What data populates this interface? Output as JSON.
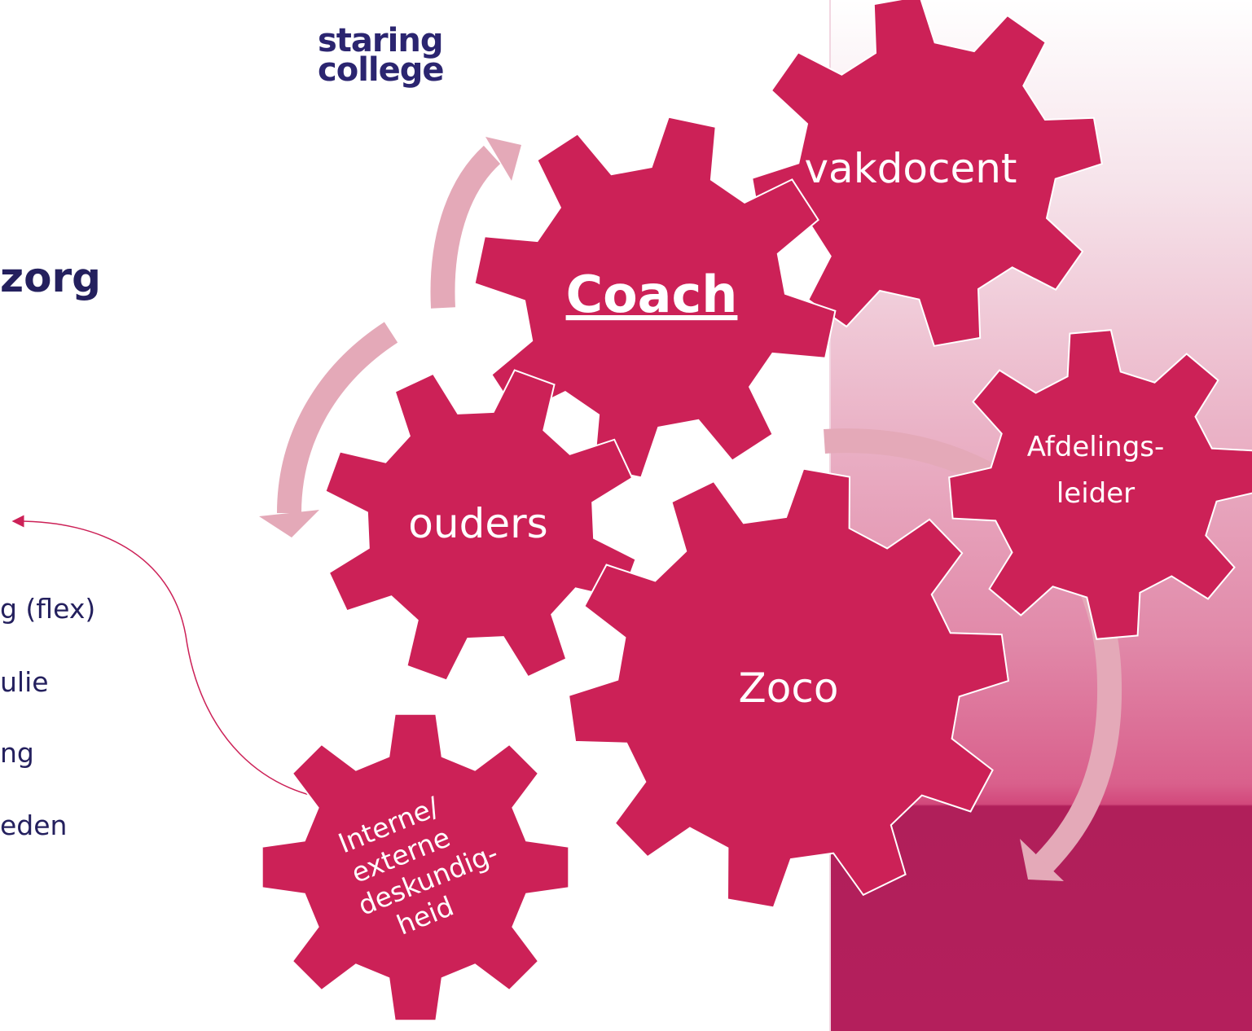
{
  "logo": {
    "line1": "staring",
    "line2": "college"
  },
  "slide": {
    "heading_fragment": "zorg",
    "list_fragments": [
      "g (flex)",
      "ulie",
      "ng",
      "eden"
    ]
  },
  "gears": {
    "vakdocent": "vakdocent",
    "coach": "Coach",
    "afdelingsleider_line1": "Afdelings-",
    "afdelingsleider_line2": "leider",
    "ouders": "ouders",
    "zoco": "Zoco",
    "deskundigheid_lines": [
      "Interne/",
      "externe",
      "deskundig-",
      "heid"
    ]
  },
  "colors": {
    "gear_fill": "#cc2157",
    "arrow_fill": "#e4a9b8",
    "text_dark": "#24205e",
    "band_dark": "#b41f5c"
  }
}
